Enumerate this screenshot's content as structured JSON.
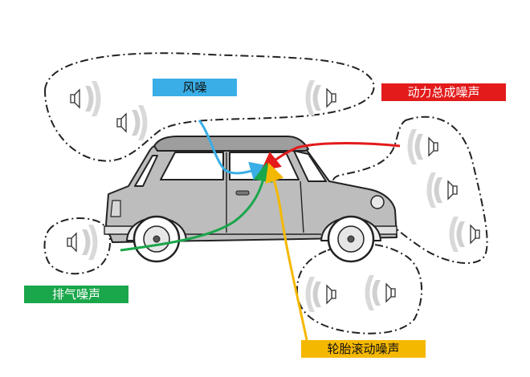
{
  "labels": {
    "wind": "风噪",
    "powertrain": "动力总成噪声",
    "exhaust": "排气噪声",
    "tire": "轮胎滚动噪声"
  },
  "colors": {
    "wind": "#3aaee6",
    "powertrain": "#e31b1b",
    "exhaust": "#1aa64a",
    "tire": "#f5b800",
    "car_body": "#bdbdbd",
    "outline": "#222222"
  }
}
